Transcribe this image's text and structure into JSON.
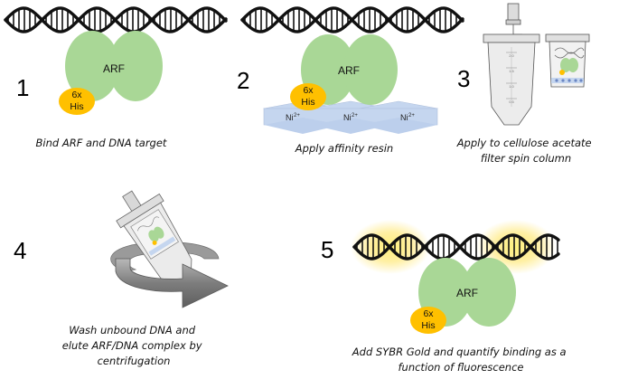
{
  "steps": [
    {
      "number": "1",
      "caption": [
        "Bind ARF and DNA target"
      ]
    },
    {
      "number": "2",
      "caption": [
        "Apply affinity resin"
      ]
    },
    {
      "number": "3",
      "caption": [
        "Apply to cellulose acetate",
        "filter spin column"
      ]
    },
    {
      "number": "4",
      "caption": [
        "Wash unbound DNA and",
        "elute ARF/DNA complex by",
        "centrifugation"
      ]
    },
    {
      "number": "5",
      "caption": [
        "Add SYBR Gold and quantify binding as a",
        "function of fluorescence"
      ]
    }
  ],
  "labels": {
    "arf": "ARF",
    "his_top": "6x",
    "his_bottom": "His",
    "ni": "Ni",
    "ni_charge": "2+"
  },
  "tube_ticks": [
    "2.0",
    "1.5",
    "1.0",
    "0.5"
  ],
  "colors": {
    "arf_green": "#a9d796",
    "his_yellow": "#ffc000",
    "resin_blue": "#c5d6ef",
    "dna_black": "#111111",
    "glow_yellow": "#ffe35a",
    "tube_gray": "#ececec",
    "arrow_gray": "#8a8a8a"
  },
  "icons": [
    "dna-helix-icon",
    "spin-column-icon",
    "centrifuge-arrow-icon",
    "fluorescence-glow-icon"
  ]
}
